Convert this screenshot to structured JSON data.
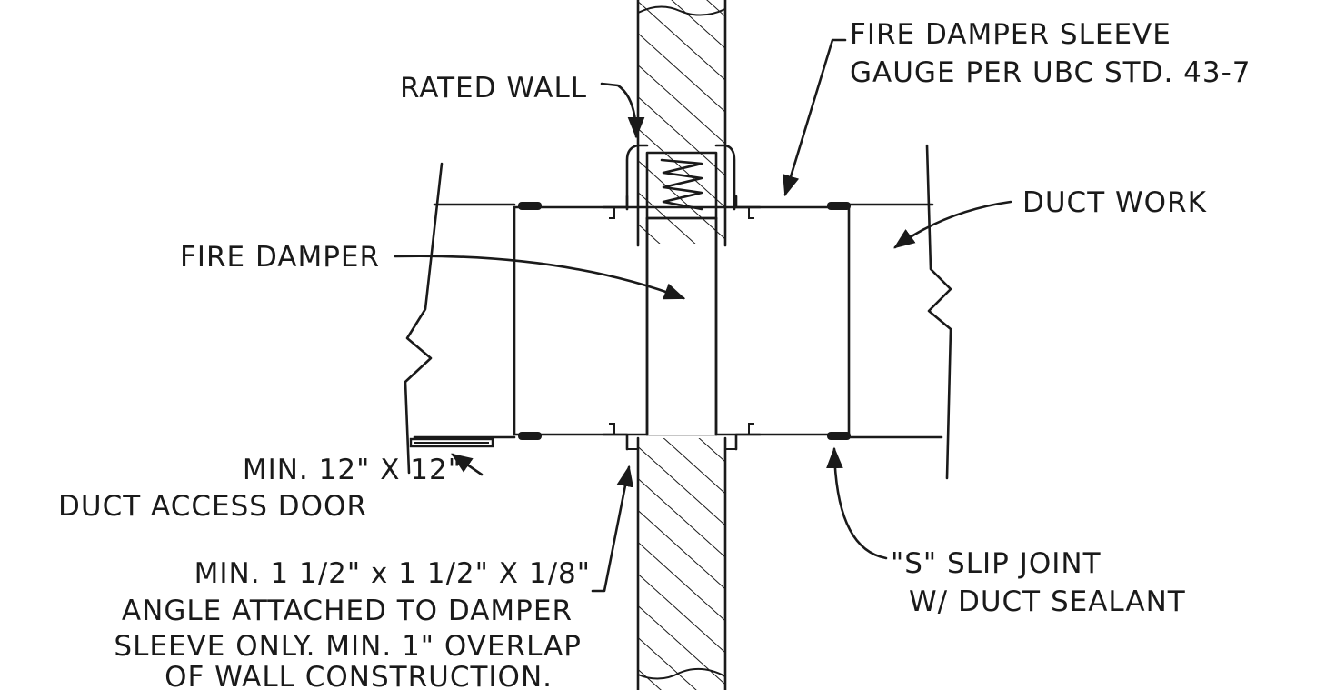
{
  "colors": {
    "ink": "#1a1a1a",
    "paper": "#ffffff"
  },
  "labels": {
    "rated_wall": "RATED WALL",
    "sleeve_line1": "FIRE DAMPER SLEEVE",
    "sleeve_line2": "GAUGE PER UBC STD. 43-7",
    "duct_work": "DUCT WORK",
    "fire_damper": "FIRE DAMPER",
    "access_door_line1": "MIN. 12\" X 12\"",
    "access_door_line2": "DUCT ACCESS DOOR",
    "angle_line1": "MIN. 1 1/2\" x 1 1/2\" X 1/8\"",
    "angle_line2": "ANGLE ATTACHED TO DAMPER",
    "angle_line3": "SLEEVE ONLY. MIN. 1\" OVERLAP",
    "angle_line4": "OF WALL CONSTRUCTION.",
    "slip_line1": "\"S\" SLIP JOINT",
    "slip_line2": "W/ DUCT SEALANT"
  }
}
